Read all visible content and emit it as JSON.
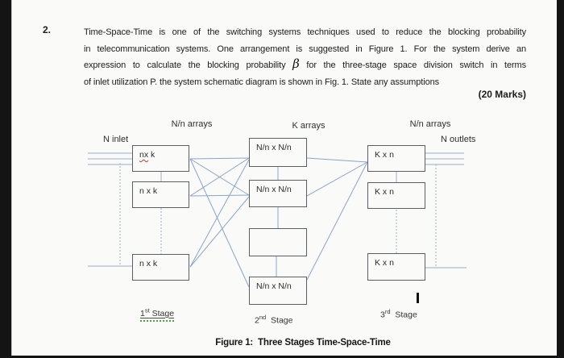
{
  "question": {
    "number": "2.",
    "line1": "Time-Space-Time is one of the switching systems techniques used to reduce the blocking probability",
    "line2": "in telecommunication systems. One arrangement is suggested in Figure 1. For the system derive an",
    "line3_before": "expression to calculate the blocking probability ",
    "beta_symbol": "β",
    "line3_after": " for the three-stage space division switch in terms",
    "line4": "of inlet utilization P. the system schematic diagram is shown in Fig. 1. State any assumptions",
    "marks": "(20 Marks)"
  },
  "diagram": {
    "headers": [
      "N/n arrays",
      "K arrays",
      "N/n arrays"
    ],
    "inlet_label": "N inlet",
    "outlet_label": "N outlets",
    "boxes": {
      "l1_marked": "nx",
      "l1_rest": " k",
      "l2": "n x k",
      "l3": "n x k",
      "m1": "N/n x N/n",
      "m2": "N/n x N/n",
      "m3": "",
      "m4": "N/n x N/n",
      "r1": "K x n",
      "r2": "K x n",
      "r3": "K x n"
    },
    "stages": [
      {
        "num": "1",
        "sup": "st",
        "word": "Stage"
      },
      {
        "num": "2",
        "sup": "nd",
        "word": "Stage"
      },
      {
        "num": "3",
        "sup": "rd",
        "word": "Stage"
      }
    ],
    "colors": {
      "wire_blue": "#8aa5c8",
      "wire_gray": "#9fb0c4",
      "box_border": "#5b5e62",
      "red_squiggle": "#c5392f",
      "green_squiggle": "#3faa35"
    }
  },
  "caption": "Figure 1:  Three Stages Time-Space-Time"
}
